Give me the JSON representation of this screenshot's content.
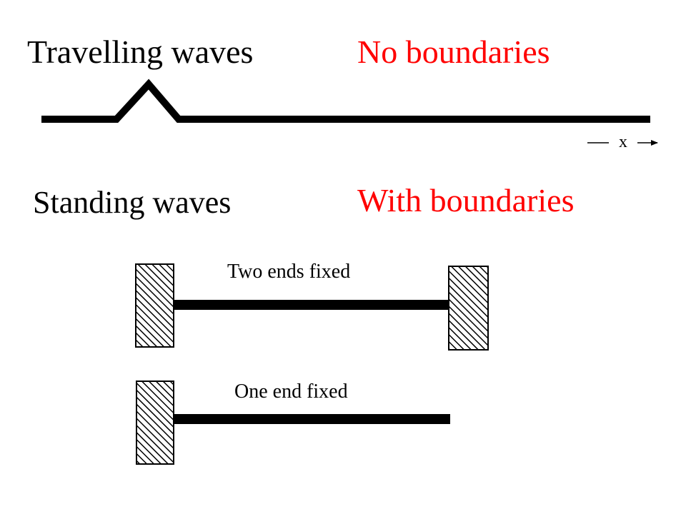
{
  "travelling": {
    "title": "Travelling waves",
    "subtitle": "No boundaries"
  },
  "standing": {
    "title": "Standing waves",
    "subtitle": "With boundaries"
  },
  "axis": {
    "label": "x"
  },
  "cases": {
    "two_ends": "Two ends fixed",
    "one_end": "One end fixed"
  },
  "colors": {
    "heading": "#000000",
    "accent": "#ff0000",
    "string": "#000000"
  }
}
